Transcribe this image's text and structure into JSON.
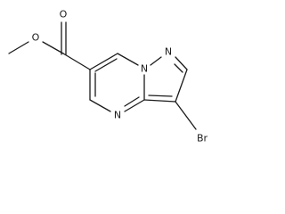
{
  "molecule": {
    "atom_labels": {
      "carbonyl_oxygen": "O",
      "ester_oxygen": "O",
      "n1": "N",
      "n2": "N",
      "n4": "N",
      "bromine": "Br"
    }
  }
}
